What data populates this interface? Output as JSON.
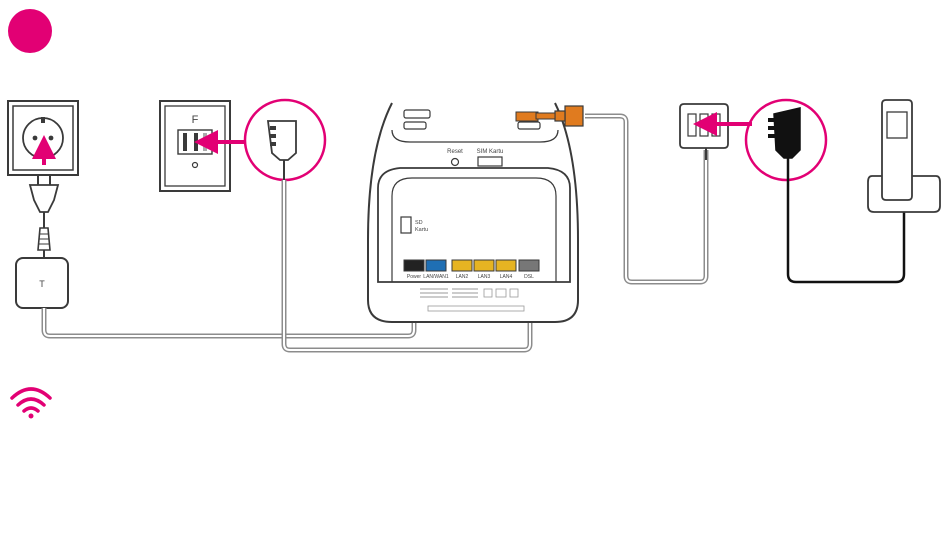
{
  "colors": {
    "accent": "#e20074",
    "line": "#3a3a3a",
    "wan_port": "#1f6fb4",
    "lan_port": "#e6b422",
    "dsl_plug": "#e07b1f",
    "cable": "#8c8c8c",
    "phone_cable": "#111111"
  },
  "icons": {
    "step_badge": "circle-badge",
    "power_socket": "schuko-socket-icon",
    "tae_socket": "tae-socket-icon",
    "wifi": "wifi-icon",
    "handset": "cordless-phone-icon"
  },
  "labels": {
    "tae_letter": "F",
    "reset": "Reset",
    "sim_slot": "SIM Kartu",
    "sd_slot_1": "SD",
    "sd_slot_2": "Kartu",
    "port_power": "Power",
    "port_wan": "LAN/WAN1",
    "port_lan2": "LAN2",
    "port_lan3": "LAN3",
    "port_lan4": "LAN4",
    "port_dsl": "DSL",
    "psu_logo": "T"
  }
}
